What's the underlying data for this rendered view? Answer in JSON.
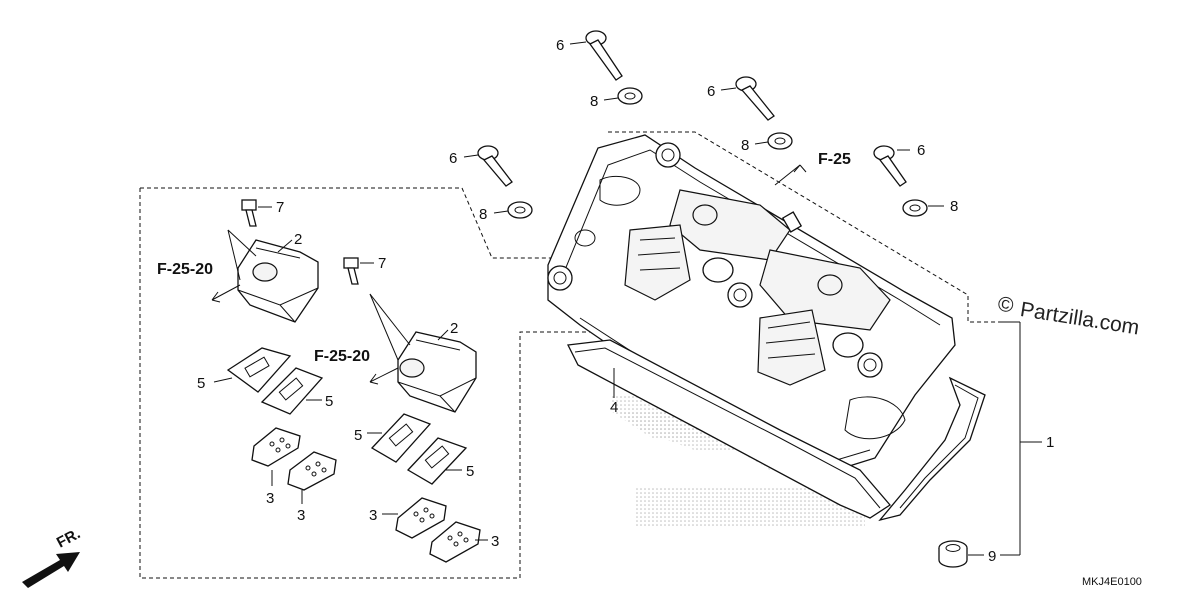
{
  "watermark": {
    "copyright_symbol": "©",
    "site": "Partzilla.com"
  },
  "diagram_code": "MKJ4E0100",
  "direction_label": "FR.",
  "refs": {
    "f25": "F-25",
    "f2520_left": "F-25-20",
    "f2520_right": "F-25-20"
  },
  "callouts": {
    "c1": "1",
    "c2a": "2",
    "c2b": "2",
    "c3a": "3",
    "c3b": "3",
    "c3c": "3",
    "c3d": "3",
    "c4": "4",
    "c5a": "5",
    "c5b": "5",
    "c5c": "5",
    "c5d": "5",
    "c6a": "6",
    "c6b": "6",
    "c6c": "6",
    "c6d": "6",
    "c7a": "7",
    "c7b": "7",
    "c8a": "8",
    "c8b": "8",
    "c8c": "8",
    "c8d": "8",
    "c9": "9"
  },
  "colors": {
    "ink": "#111111",
    "watermark_dots": "#bdbdbd"
  }
}
